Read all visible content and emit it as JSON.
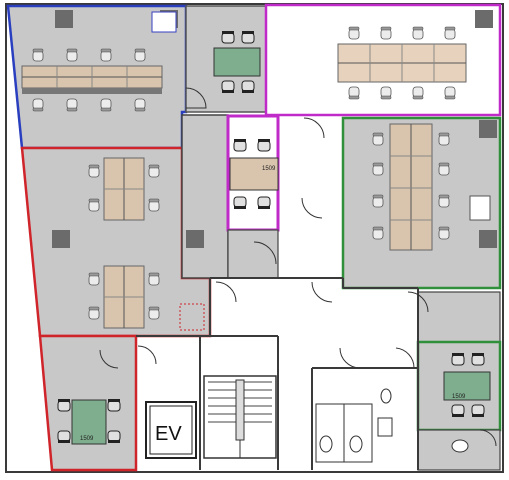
{
  "labels": {
    "elevator": "EV",
    "meeting_room_center": "1509",
    "meeting_room_bottom_left": "1509",
    "meeting_room_bottom_right": "1509"
  },
  "colors": {
    "zone_blue": "#2a3fbf",
    "zone_red": "#d0242b",
    "zone_magenta": "#c02ac8",
    "zone_green": "#2f8f3a",
    "room_fill": "#c8c8c8",
    "desk_fill": "#d9c4ad",
    "meeting_table": "#7fae8e",
    "wall": "#3a3a3a",
    "chair": "#e8e8e8"
  },
  "legend": {
    "icon_names": [
      "door-swing-icon",
      "chair-icon",
      "desk-icon",
      "toilet-icon",
      "sink-icon",
      "stair-icon",
      "column-icon"
    ]
  }
}
